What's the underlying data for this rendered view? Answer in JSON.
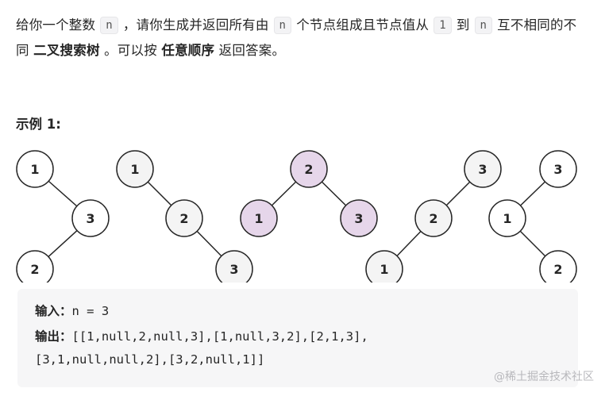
{
  "description": {
    "t1": "给你一个整数",
    "n": "n",
    "t2": "，请你生成并返回所有由",
    "t3": "个节点组成且节点值从",
    "one": "1",
    "t4": "到",
    "t5": "互不相同的不同",
    "bst": "二叉搜索树",
    "t6": "。可以按",
    "any_order": "任意顺序",
    "t7": "返回答案。"
  },
  "example": {
    "title": "示例 1:",
    "input_label": "输入：",
    "input_value": "n = 3",
    "output_label": "输出：",
    "output_line1": "[[1,null,2,null,3],[1,null,3,2],[2,1,3],",
    "output_line2": "[3,1,null,null,2],[3,2,null,1]]"
  },
  "trees": [
    {
      "nodes": [
        {
          "label": "1",
          "fill": "#ffffff"
        },
        {
          "label": "3",
          "fill": "#ffffff"
        },
        {
          "label": "2",
          "fill": "#ffffff"
        }
      ]
    },
    {
      "nodes": [
        {
          "label": "1",
          "fill": "#f4f4f4"
        },
        {
          "label": "2",
          "fill": "#f4f4f4"
        },
        {
          "label": "3",
          "fill": "#f4f4f4"
        }
      ]
    },
    {
      "nodes": [
        {
          "label": "2",
          "fill": "#e6d6ea"
        },
        {
          "label": "1",
          "fill": "#e6d6ea"
        },
        {
          "label": "3",
          "fill": "#e6d6ea"
        }
      ]
    },
    {
      "nodes": [
        {
          "label": "3",
          "fill": "#f4f4f4"
        },
        {
          "label": "2",
          "fill": "#f4f4f4"
        },
        {
          "label": "1",
          "fill": "#f4f4f4"
        }
      ]
    },
    {
      "nodes": [
        {
          "label": "3",
          "fill": "#ffffff"
        },
        {
          "label": "1",
          "fill": "#ffffff"
        },
        {
          "label": "2",
          "fill": "#ffffff"
        }
      ]
    }
  ],
  "colors": {
    "node_stroke": "#262626",
    "edge": "#262626"
  },
  "watermark": "@稀土掘金技术社区"
}
